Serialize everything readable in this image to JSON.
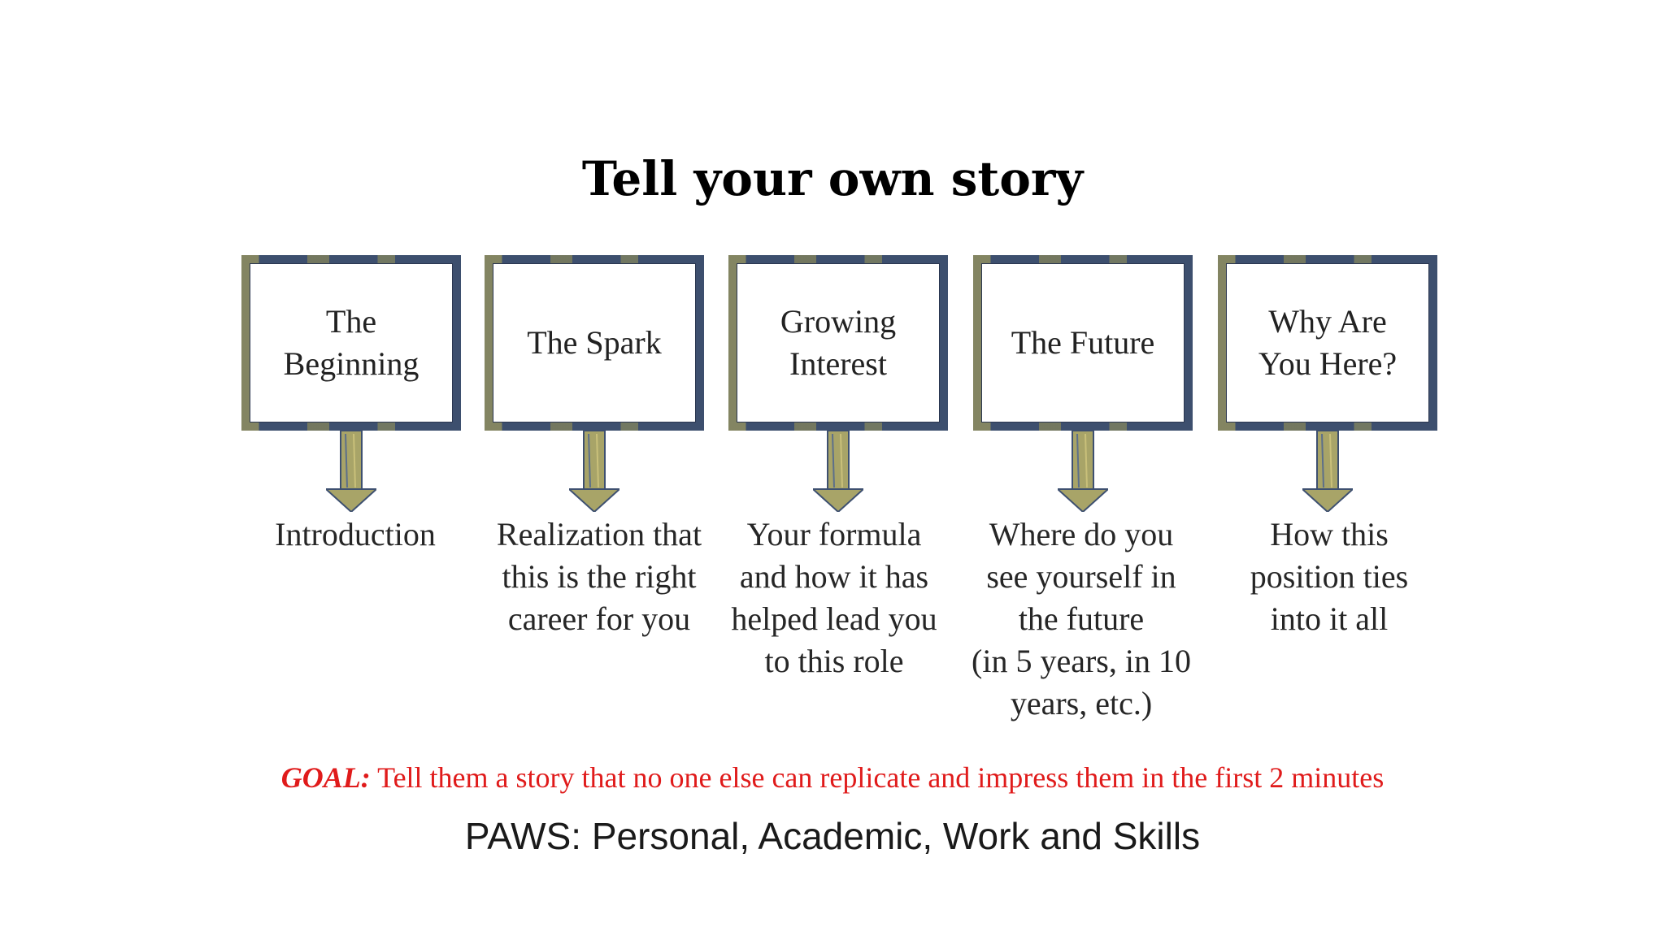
{
  "title": "Tell your own story",
  "stages": [
    {
      "label": "The\nBeginning",
      "description": "Introduction"
    },
    {
      "label": "The Spark",
      "description": "Realization that\nthis is the right\ncareer for you"
    },
    {
      "label": "Growing\nInterest",
      "description": "Your formula\nand how it has\nhelped lead you\nto this role"
    },
    {
      "label": "The Future",
      "description": "Where do you\nsee yourself in\nthe future\n(in 5 years, in 10\nyears, etc.)"
    },
    {
      "label": "Why Are\nYou Here?",
      "description": "How this\nposition ties\ninto it all"
    }
  ],
  "goal": {
    "lead": "GOAL:",
    "text": " Tell them a story that no one else can replicate and impress them in the first 2 minutes"
  },
  "paws": "PAWS: Personal, Academic, Work and Skills",
  "colors": {
    "frame": "#3d4f6e",
    "arrow_fill": "#a8a468",
    "arrow_stroke": "#3e5070",
    "goal_red": "#e01b1b"
  }
}
